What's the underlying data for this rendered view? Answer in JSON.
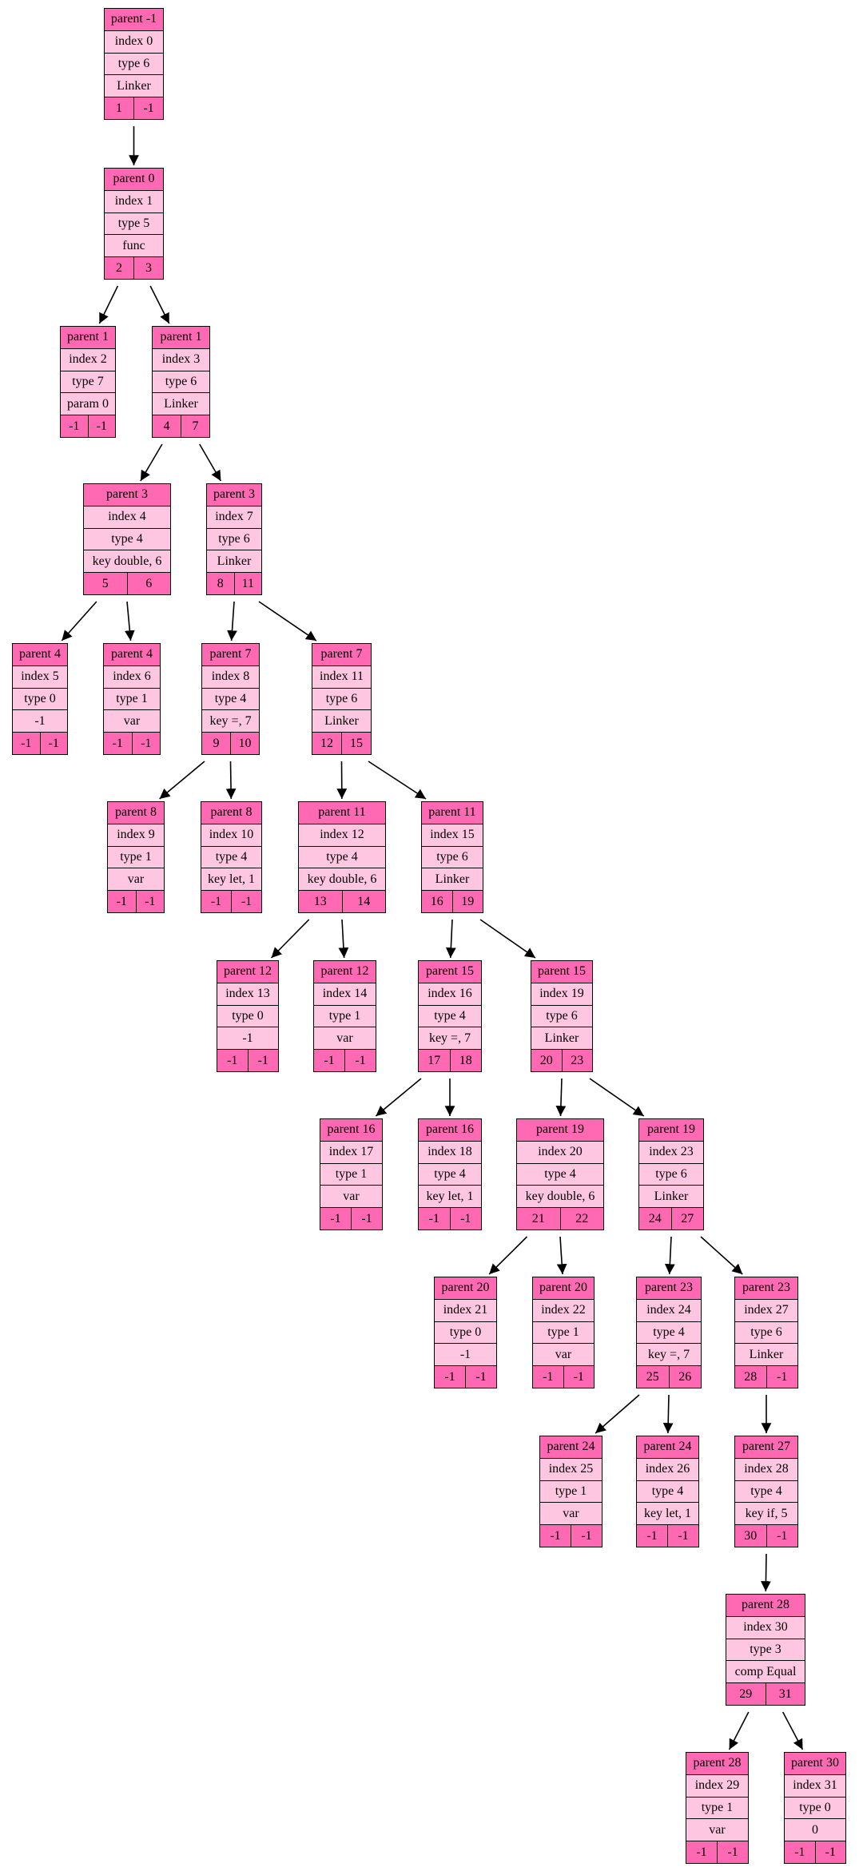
{
  "colors": {
    "header": "#ff69b4",
    "body": "#ffc6e2",
    "border": "#000000"
  },
  "nodes": [
    {
      "id": "n0",
      "parent": "parent -1",
      "index": "index 0",
      "type": "type 6",
      "value": "Linker",
      "left": "1",
      "right": "-1"
    },
    {
      "id": "n1",
      "parent": "parent 0",
      "index": "index 1",
      "type": "type 5",
      "value": "func",
      "left": "2",
      "right": "3"
    },
    {
      "id": "n2",
      "parent": "parent 1",
      "index": "index 2",
      "type": "type 7",
      "value": "param 0",
      "left": "-1",
      "right": "-1"
    },
    {
      "id": "n3",
      "parent": "parent 1",
      "index": "index 3",
      "type": "type 6",
      "value": "Linker",
      "left": "4",
      "right": "7"
    },
    {
      "id": "n4",
      "parent": "parent 3",
      "index": "index 4",
      "type": "type 4",
      "value": "key double, 6",
      "left": "5",
      "right": "6"
    },
    {
      "id": "n7",
      "parent": "parent 3",
      "index": "index 7",
      "type": "type 6",
      "value": "Linker",
      "left": "8",
      "right": "11"
    },
    {
      "id": "n5",
      "parent": "parent 4",
      "index": "index 5",
      "type": "type 0",
      "value": "-1",
      "left": "-1",
      "right": "-1"
    },
    {
      "id": "n6",
      "parent": "parent 4",
      "index": "index 6",
      "type": "type 1",
      "value": "var",
      "left": "-1",
      "right": "-1"
    },
    {
      "id": "n8",
      "parent": "parent 7",
      "index": "index 8",
      "type": "type 4",
      "value": "key =, 7",
      "left": "9",
      "right": "10"
    },
    {
      "id": "n11",
      "parent": "parent 7",
      "index": "index 11",
      "type": "type 6",
      "value": "Linker",
      "left": "12",
      "right": "15"
    },
    {
      "id": "n9",
      "parent": "parent 8",
      "index": "index 9",
      "type": "type 1",
      "value": "var",
      "left": "-1",
      "right": "-1"
    },
    {
      "id": "n10",
      "parent": "parent 8",
      "index": "index 10",
      "type": "type 4",
      "value": "key let, 1",
      "left": "-1",
      "right": "-1"
    },
    {
      "id": "n12",
      "parent": "parent 11",
      "index": "index 12",
      "type": "type 4",
      "value": "key double, 6",
      "left": "13",
      "right": "14"
    },
    {
      "id": "n15",
      "parent": "parent 11",
      "index": "index 15",
      "type": "type 6",
      "value": "Linker",
      "left": "16",
      "right": "19"
    },
    {
      "id": "n13",
      "parent": "parent 12",
      "index": "index 13",
      "type": "type 0",
      "value": "-1",
      "left": "-1",
      "right": "-1"
    },
    {
      "id": "n14",
      "parent": "parent 12",
      "index": "index 14",
      "type": "type 1",
      "value": "var",
      "left": "-1",
      "right": "-1"
    },
    {
      "id": "n16",
      "parent": "parent 15",
      "index": "index 16",
      "type": "type 4",
      "value": "key =, 7",
      "left": "17",
      "right": "18"
    },
    {
      "id": "n19",
      "parent": "parent 15",
      "index": "index 19",
      "type": "type 6",
      "value": "Linker",
      "left": "20",
      "right": "23"
    },
    {
      "id": "n17",
      "parent": "parent 16",
      "index": "index 17",
      "type": "type 1",
      "value": "var",
      "left": "-1",
      "right": "-1"
    },
    {
      "id": "n18",
      "parent": "parent 16",
      "index": "index 18",
      "type": "type 4",
      "value": "key let, 1",
      "left": "-1",
      "right": "-1"
    },
    {
      "id": "n20",
      "parent": "parent 19",
      "index": "index 20",
      "type": "type 4",
      "value": "key double, 6",
      "left": "21",
      "right": "22"
    },
    {
      "id": "n23",
      "parent": "parent 19",
      "index": "index 23",
      "type": "type 6",
      "value": "Linker",
      "left": "24",
      "right": "27"
    },
    {
      "id": "n21",
      "parent": "parent 20",
      "index": "index 21",
      "type": "type 0",
      "value": "-1",
      "left": "-1",
      "right": "-1"
    },
    {
      "id": "n22",
      "parent": "parent 20",
      "index": "index 22",
      "type": "type 1",
      "value": "var",
      "left": "-1",
      "right": "-1"
    },
    {
      "id": "n24",
      "parent": "parent 23",
      "index": "index 24",
      "type": "type 4",
      "value": "key =, 7",
      "left": "25",
      "right": "26"
    },
    {
      "id": "n27",
      "parent": "parent 23",
      "index": "index 27",
      "type": "type 6",
      "value": "Linker",
      "left": "28",
      "right": "-1"
    },
    {
      "id": "n25",
      "parent": "parent 24",
      "index": "index 25",
      "type": "type 1",
      "value": "var",
      "left": "-1",
      "right": "-1"
    },
    {
      "id": "n26",
      "parent": "parent 24",
      "index": "index 26",
      "type": "type 4",
      "value": "key let, 1",
      "left": "-1",
      "right": "-1"
    },
    {
      "id": "n28",
      "parent": "parent 27",
      "index": "index 28",
      "type": "type 4",
      "value": "key if, 5",
      "left": "30",
      "right": "-1"
    },
    {
      "id": "n30",
      "parent": "parent 28",
      "index": "index 30",
      "type": "type 3",
      "value": "comp Equal",
      "left": "29",
      "right": "31"
    },
    {
      "id": "n29",
      "parent": "parent 28",
      "index": "index 29",
      "type": "type 1",
      "value": "var",
      "left": "-1",
      "right": "-1"
    },
    {
      "id": "n31",
      "parent": "parent 30",
      "index": "index 31",
      "type": "type 0",
      "value": "0",
      "left": "-1",
      "right": "-1"
    }
  ],
  "edges": [
    [
      "n0",
      "n1"
    ],
    [
      "n1",
      "n2"
    ],
    [
      "n1",
      "n3"
    ],
    [
      "n3",
      "n4"
    ],
    [
      "n3",
      "n7"
    ],
    [
      "n4",
      "n5"
    ],
    [
      "n4",
      "n6"
    ],
    [
      "n7",
      "n8"
    ],
    [
      "n7",
      "n11"
    ],
    [
      "n8",
      "n9"
    ],
    [
      "n8",
      "n10"
    ],
    [
      "n11",
      "n12"
    ],
    [
      "n11",
      "n15"
    ],
    [
      "n12",
      "n13"
    ],
    [
      "n12",
      "n14"
    ],
    [
      "n15",
      "n16"
    ],
    [
      "n15",
      "n19"
    ],
    [
      "n16",
      "n17"
    ],
    [
      "n16",
      "n18"
    ],
    [
      "n19",
      "n20"
    ],
    [
      "n19",
      "n23"
    ],
    [
      "n20",
      "n21"
    ],
    [
      "n20",
      "n22"
    ],
    [
      "n23",
      "n24"
    ],
    [
      "n23",
      "n27"
    ],
    [
      "n24",
      "n25"
    ],
    [
      "n24",
      "n26"
    ],
    [
      "n27",
      "n28"
    ],
    [
      "n28",
      "n30"
    ],
    [
      "n30",
      "n29"
    ],
    [
      "n30",
      "n31"
    ]
  ]
}
